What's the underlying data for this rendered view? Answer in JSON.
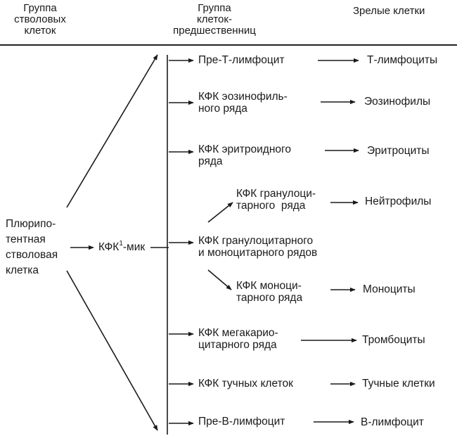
{
  "headers": {
    "stem_line1": "Группа",
    "stem_line2": "стволовых",
    "stem_line3": "клеток",
    "progenitor_line1": "Группа",
    "progenitor_line2": "клеток-",
    "progenitor_line3": "предшественниц",
    "mature": "Зрелые клетки"
  },
  "stem_cell": {
    "line1": "Плюрипо-",
    "line2": "тентная",
    "line3": "стволовая",
    "line4": "клетка"
  },
  "kfk_mik": {
    "prefix": "КФК",
    "sup": "1",
    "suffix": "-мик"
  },
  "progenitors": [
    {
      "line1": "Пре-Т-лимфоцит",
      "line2": ""
    },
    {
      "line1": "КФК эозинофиль-",
      "line2": "ного ряда"
    },
    {
      "line1": "КФК эритроидного",
      "line2": "ряда"
    },
    {
      "line1": "КФК гранулоцитарного",
      "line2": "и моноцитарного рядов"
    },
    {
      "line1": "КФК мегакарио-",
      "line2": "цитарного ряда"
    },
    {
      "line1": "КФК тучных клеток",
      "line2": ""
    },
    {
      "line1": "Пре-В-лимфоцит",
      "line2": ""
    }
  ],
  "sub_progenitors": [
    {
      "line1": "КФК гранулоци-",
      "line2": "тарного  ряда"
    },
    {
      "line1": "КФК моноци-",
      "line2": "тарного ряда"
    }
  ],
  "mature_cells": [
    "Т-лимфоциты",
    "Эозинофилы",
    "Эритроциты",
    "Нейтрофилы",
    "Моноциты",
    "Тромбоциты",
    "Тучные клетки",
    "В-лимфоцит"
  ]
}
